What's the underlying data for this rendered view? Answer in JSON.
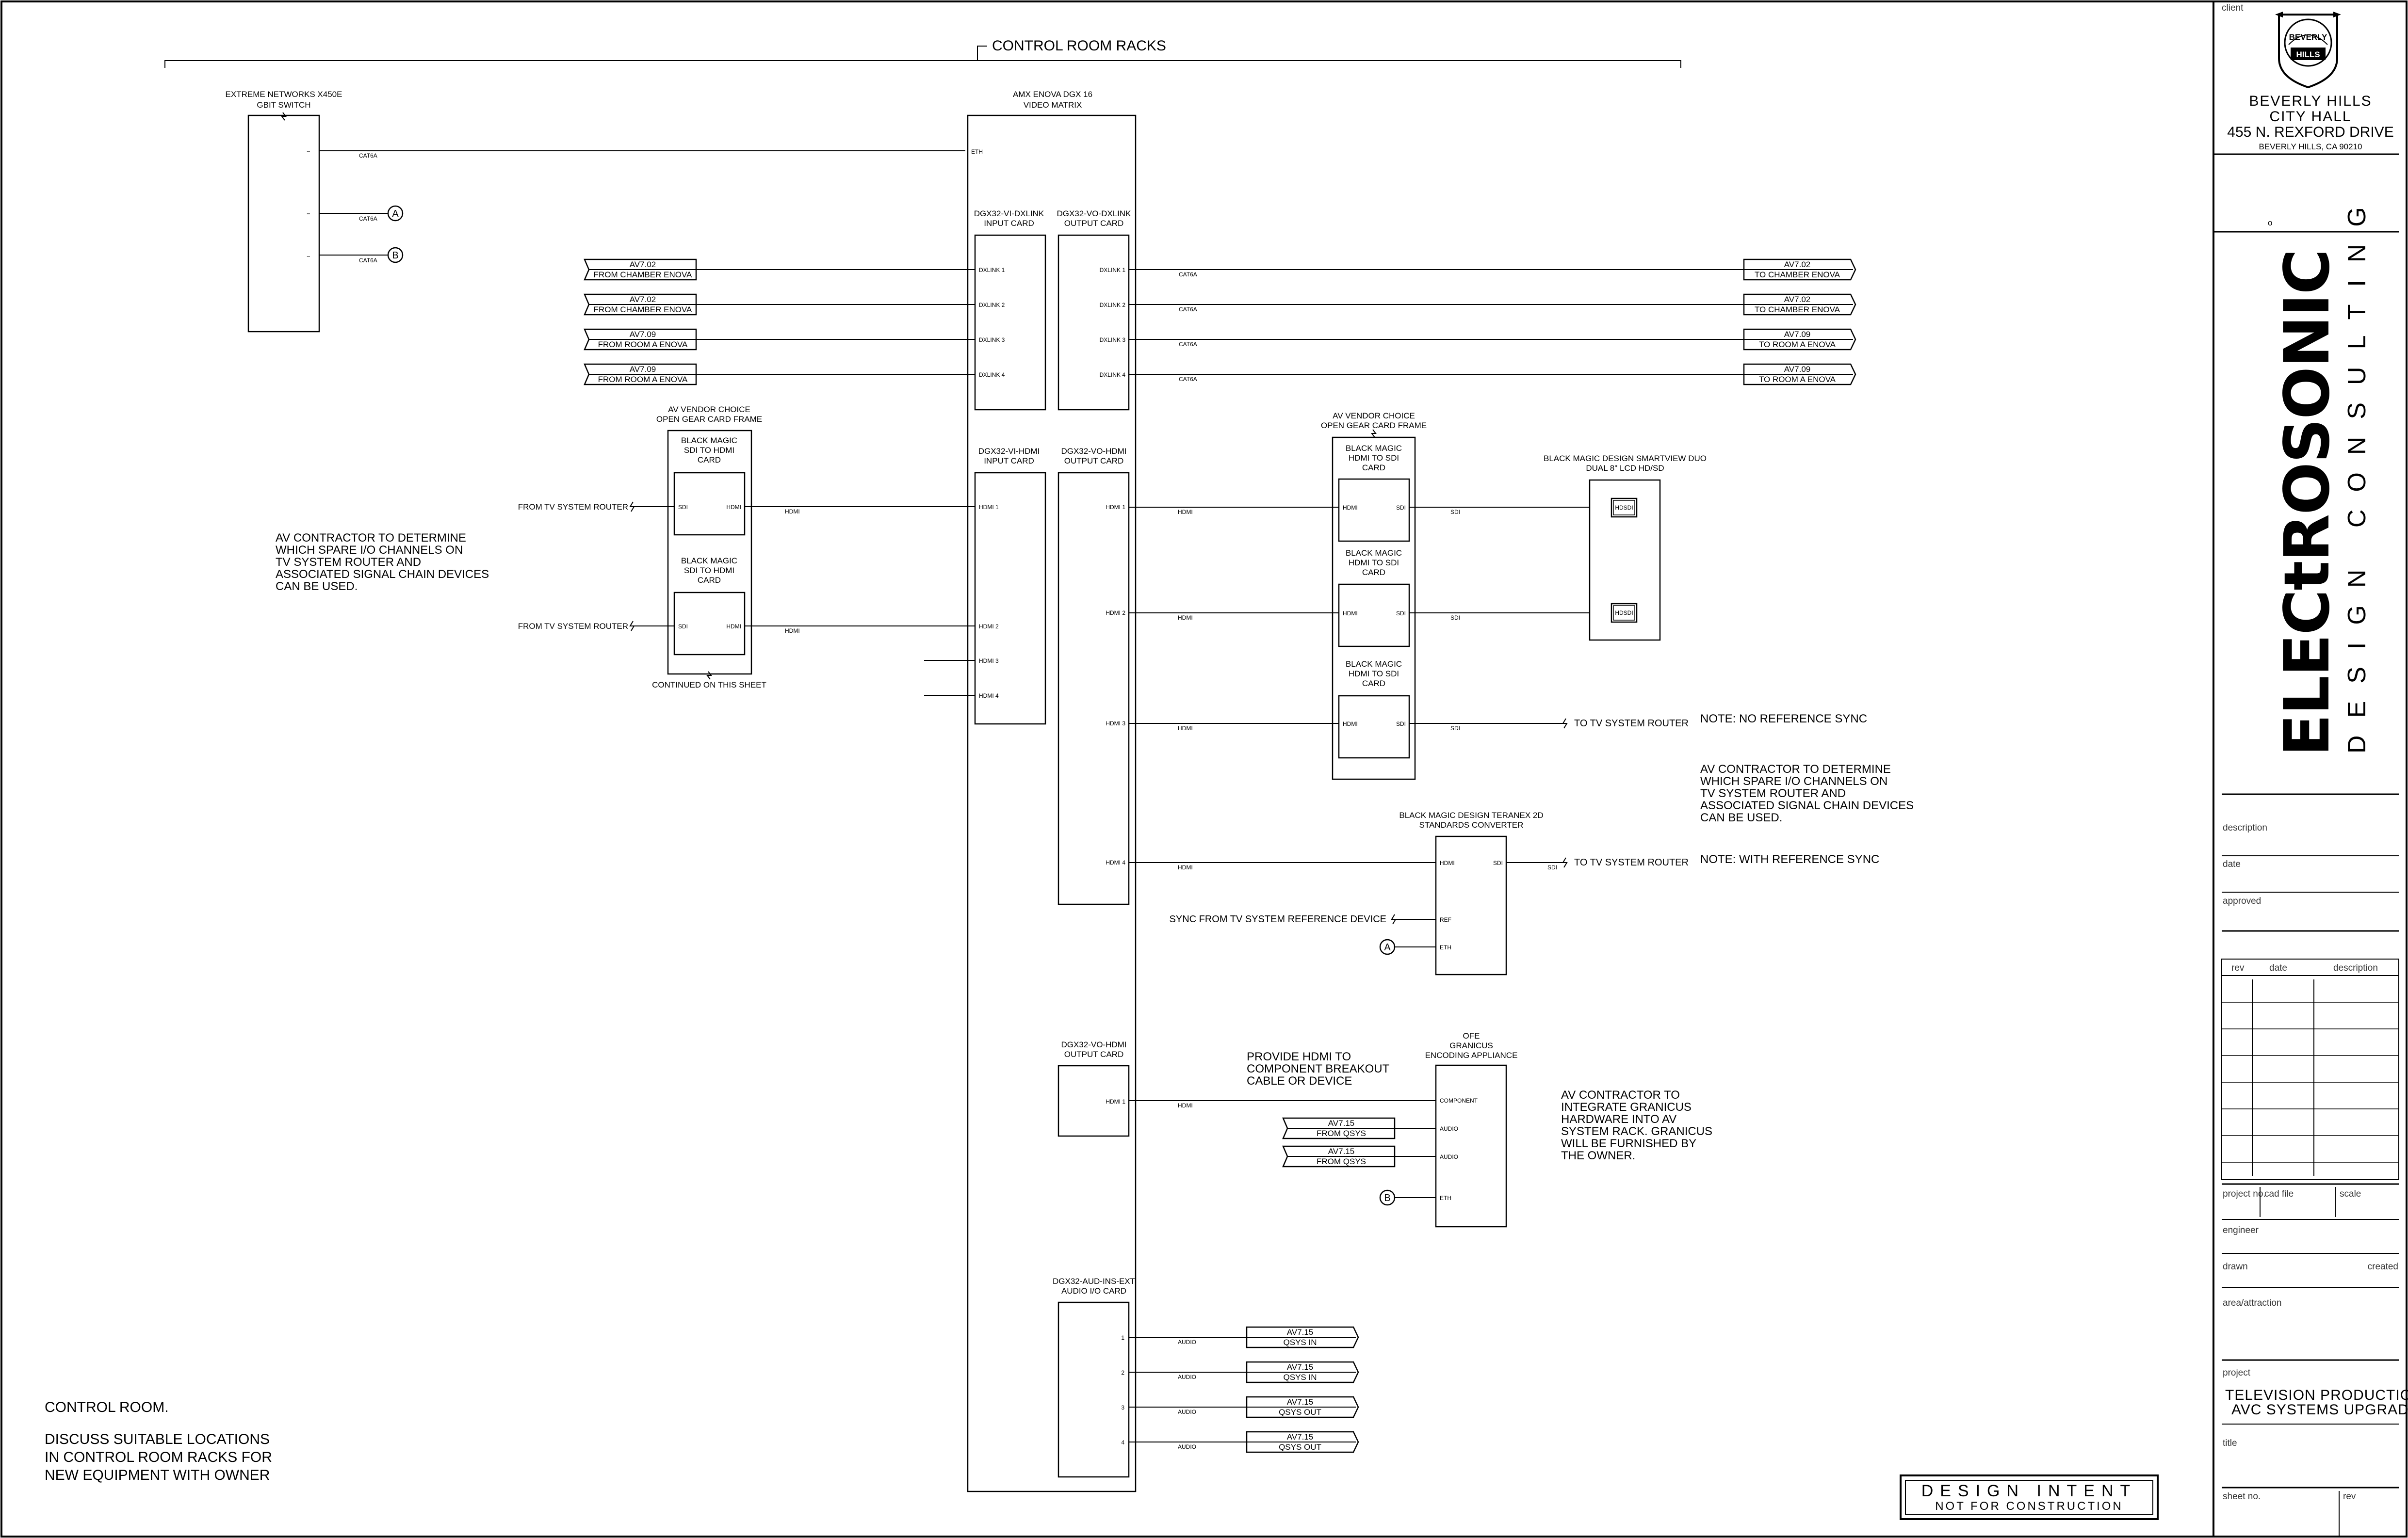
{
  "header": {
    "control_room_racks": "CONTROL ROOM RACKS"
  },
  "switch": {
    "title": "EXTREME NETWORKS X450E",
    "subtitle": "GBIT SWITCH",
    "cable": "CAT6A",
    "tag_a": "A",
    "tag_b": "B"
  },
  "matrix": {
    "title": "AMX ENOVA DGX 16",
    "subtitle": "VIDEO MATRIX",
    "eth_port": "ETH",
    "dxlink_in_title": "DGX32-VI-DXLINK",
    "dxlink_in_sub": "INPUT CARD",
    "dxlink_out_title": "DGX32-VO-DXLINK",
    "dxlink_out_sub": "OUTPUT CARD",
    "dxlink_ports": [
      "DXLINK 1",
      "DXLINK 2",
      "DXLINK 3",
      "DXLINK 4"
    ],
    "hdmi_in_title": "DGX32-VI-HDMI",
    "hdmi_in_sub": "INPUT CARD",
    "hdmi_out_title": "DGX32-VO-HDMI",
    "hdmi_out_sub": "OUTPUT CARD",
    "hdmi_ports": [
      "HDMI 1",
      "HDMI 2",
      "HDMI 3",
      "HDMI 4"
    ],
    "hdmi_out2_title": "DGX32-VO-HDMI",
    "hdmi_out2_sub": "OUTPUT CARD",
    "hdmi_out2_port": "HDMI 1",
    "audio_title": "DGX32-AUD-INS-EXT",
    "audio_sub": "AUDIO I/O CARD",
    "audio_ports": [
      "1",
      "2",
      "3",
      "4"
    ]
  },
  "tags_in": [
    {
      "ref": "AV7.02",
      "text": "FROM CHAMBER ENOVA"
    },
    {
      "ref": "AV7.02",
      "text": "FROM CHAMBER ENOVA"
    },
    {
      "ref": "AV7.09",
      "text": "FROM ROOM A ENOVA"
    },
    {
      "ref": "AV7.09",
      "text": "FROM ROOM A ENOVA"
    }
  ],
  "tags_out": [
    {
      "ref": "AV7.02",
      "text": "TO CHAMBER ENOVA"
    },
    {
      "ref": "AV7.02",
      "text": "TO CHAMBER ENOVA"
    },
    {
      "ref": "AV7.09",
      "text": "TO ROOM A ENOVA"
    },
    {
      "ref": "AV7.09",
      "text": "TO ROOM A ENOVA"
    }
  ],
  "cables": {
    "cat6a": "CAT6A",
    "hdmi": "HDMI",
    "sdi": "SDI",
    "audio": "AUDIO"
  },
  "left_frame": {
    "title": "AV VENDOR CHOICE",
    "subtitle": "OPEN GEAR CARD FRAME",
    "card1": [
      "BLACK MAGIC",
      "SDI TO HDMI",
      "CARD"
    ],
    "card2": [
      "BLACK MAGIC",
      "SDI TO HDMI",
      "CARD"
    ],
    "port_sdi": "SDI",
    "port_hdmi": "HDMI",
    "continued": "CONTINUED ON THIS SHEET"
  },
  "from_router": "FROM TV SYSTEM ROUTER",
  "note_left": [
    "AV CONTRACTOR TO DETERMINE",
    "WHICH SPARE I/O CHANNELS ON",
    "TV SYSTEM ROUTER AND",
    "ASSOCIATED SIGNAL CHAIN DEVICES",
    "CAN BE USED."
  ],
  "right_frame": {
    "title": "AV VENDOR CHOICE",
    "subtitle": "OPEN GEAR CARD FRAME",
    "card": [
      "BLACK MAGIC",
      "HDMI TO SDI",
      "CARD"
    ],
    "port_hdmi": "HDMI",
    "port_sdi": "SDI"
  },
  "monitor": {
    "title": "BLACK MAGIC DESIGN SMARTVIEW DUO",
    "subtitle": "DUAL 8\" LCD HD/SD",
    "port": "HDSDI"
  },
  "to_router": "TO TV SYSTEM ROUTER",
  "note_no_ref": "NOTE: NO REFERENCE SYNC",
  "note_right": [
    "AV CONTRACTOR TO DETERMINE",
    "WHICH SPARE I/O CHANNELS ON",
    "TV SYSTEM ROUTER AND",
    "ASSOCIATED SIGNAL CHAIN DEVICES",
    "CAN BE USED."
  ],
  "teranex": {
    "title": "BLACK MAGIC DESIGN TERANEX 2D",
    "subtitle": "STANDARDS CONVERTER",
    "port_hdmi": "HDMI",
    "port_sdi": "SDI",
    "port_ref": "REF",
    "port_eth": "ETH"
  },
  "note_with_ref": "NOTE: WITH REFERENCE SYNC",
  "sync_from": "SYNC FROM TV SYSTEM REFERENCE DEVICE",
  "granicus": {
    "title": [
      "OFE",
      "GRANICUS",
      "ENCODING APPLIANCE"
    ],
    "port_component": "COMPONENT",
    "port_audio": "AUDIO",
    "port_eth": "ETH"
  },
  "provide_hdmi": [
    "PROVIDE HDMI TO",
    "COMPONENT BREAKOUT",
    "CABLE OR DEVICE"
  ],
  "granicus_note": [
    "AV CONTRACTOR TO",
    "INTEGRATE GRANICUS",
    "HARDWARE INTO AV",
    "SYSTEM RACK. GRANICUS",
    "WILL BE FURNISHED BY",
    "THE OWNER."
  ],
  "qsys_from": [
    {
      "ref": "AV7.15",
      "text": "FROM QSYS"
    },
    {
      "ref": "AV7.15",
      "text": "FROM QSYS"
    }
  ],
  "qsys_audio": [
    {
      "ref": "AV7.15",
      "text": "QSYS IN"
    },
    {
      "ref": "AV7.15",
      "text": "QSYS IN"
    },
    {
      "ref": "AV7.15",
      "text": "QSYS OUT"
    },
    {
      "ref": "AV7.15",
      "text": "QSYS OUT"
    }
  ],
  "bottom_note": [
    "CONTROL ROOM.",
    "",
    "DISCUSS SUITABLE LOCATIONS",
    "IN CONTROL ROOM RACKS FOR",
    "NEW EQUIPMENT WITH OWNER"
  ],
  "stamp": {
    "line1": "DESIGN INTENT",
    "line2": "NOT FOR CONSTRUCTION"
  },
  "title_block": {
    "client_label": "client",
    "logo_text": [
      "BEVERLY",
      "HILLS"
    ],
    "client_name": [
      "BEVERLY HILLS",
      "CITY HALL"
    ],
    "address1": "455 N. REXFORD DRIVE",
    "address2": "BEVERLY HILLS, CA 90210",
    "small_o": "o",
    "firm_name": "ELECtROSONIC",
    "firm_sub": "DESIGN CONSULTING",
    "description_label": "description",
    "date_label": "date",
    "approved_label": "approved",
    "rev_headers": [
      "rev",
      "date",
      "description"
    ],
    "project_no_label": "project no.",
    "cad_file_label": "cad file",
    "scale_label": "scale",
    "engineer_label": "engineer",
    "drawn_label": "drawn",
    "created_label": "created",
    "area_label": "area/attraction",
    "project_label": "project",
    "project_name": [
      "TELEVISION PRODUCTION",
      "AVC SYSTEMS UPGRADE"
    ],
    "title_label": "title",
    "sheet_no_label": "sheet no.",
    "rev_label": "rev"
  }
}
